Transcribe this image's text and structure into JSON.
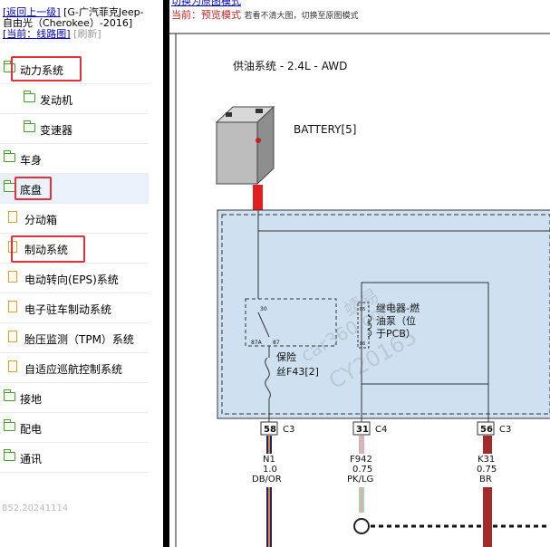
{
  "sidebar": {
    "back_link": "[返回上一级]",
    "vehicle": "[G-广汽菲克Jeep-自由光（Cherokee）-2016]",
    "current_prefix": "[当前：",
    "current_value": "线路图]",
    "refresh": "[刷新]",
    "footer_code": "852.20241114",
    "tree": [
      {
        "label": "动力系统",
        "icon": "folder-icon",
        "level": 0
      },
      {
        "label": "发动机",
        "icon": "folder-icon",
        "level": 1
      },
      {
        "label": "变速器",
        "icon": "folder-icon",
        "level": 1
      },
      {
        "label": "车身",
        "icon": "folder-icon",
        "level": 0
      },
      {
        "label": "底盘",
        "icon": "folder-icon",
        "level": 0
      },
      {
        "label": "分动箱",
        "icon": "page-icon",
        "level": 0
      },
      {
        "label": "制动系统",
        "icon": "page-icon",
        "level": 0
      },
      {
        "label": "电动转向(EPS)系统",
        "icon": "page-icon",
        "level": 0
      },
      {
        "label": "电子驻车制动系统",
        "icon": "page-icon",
        "level": 0
      },
      {
        "label": "胎压监测（TPM）系统",
        "icon": "page-icon",
        "level": 0
      },
      {
        "label": "自适应巡航控制系统",
        "icon": "page-icon",
        "level": 0
      },
      {
        "label": "接地",
        "icon": "folder-icon",
        "level": 0
      },
      {
        "label": "配电",
        "icon": "folder-icon",
        "level": 0
      },
      {
        "label": "通讯",
        "icon": "folder-icon",
        "level": 0
      }
    ]
  },
  "main": {
    "switch_link": "切换为原图模式",
    "mode_prefix": "当前：",
    "mode_value": "预览模式",
    "mode_hint": "若看不清大图，切换至原图模式"
  },
  "diagram": {
    "title": "供油系统 - 2.4L - AWD",
    "battery_label": "BATTERY[5]",
    "relay_label_1": "继电器-燃",
    "relay_label_2": "油泵（位",
    "relay_label_3": "于PCB）",
    "fuse_label_1": "保险",
    "fuse_label_2": "丝F43[2]",
    "pin_30": "30",
    "pin_87a": "87A",
    "pin_87": "87",
    "pin_85": "85",
    "pin_86": "86",
    "connectors": [
      {
        "pin": "58",
        "conn": "C3",
        "code": "N1",
        "gauge": "1.0",
        "color": "DB/OR"
      },
      {
        "pin": "31",
        "conn": "C4",
        "code": "F942",
        "gauge": "0.75",
        "color": "PK/LG"
      },
      {
        "pin": "56",
        "conn": "C3",
        "code": "K31",
        "gauge": "0.75",
        "color": "BR"
      }
    ],
    "watermark": [
      "蜻易",
      "car360.com",
      "CY20165"
    ]
  }
}
